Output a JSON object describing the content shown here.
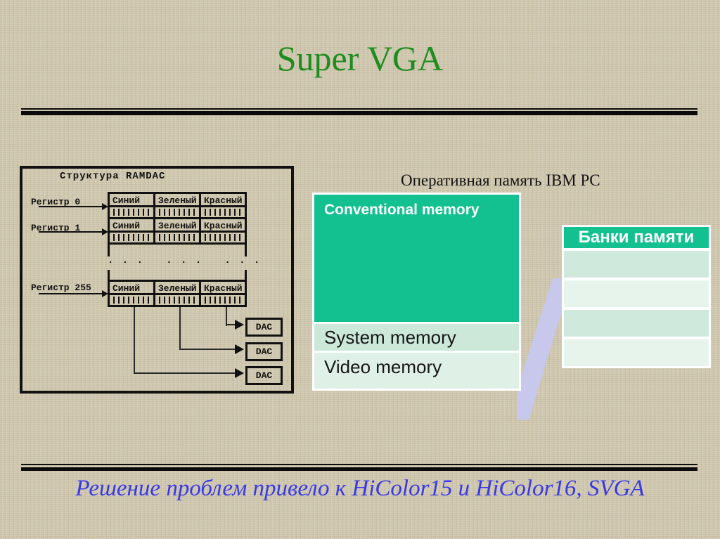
{
  "slide": {
    "title": "Super VGA",
    "footer": "Решение проблем привело к HiColor15 и HiColor16, SVGA"
  },
  "ramdac": {
    "title": "Структура RAMDAC",
    "registers": [
      {
        "label": "Регистр 0"
      },
      {
        "label": "Регистр 1"
      },
      {
        "label": "Регистр 255"
      }
    ],
    "channels": [
      "Синий",
      "Зеленый",
      "Красный"
    ],
    "bits_per_channel": 8,
    "ellipsis": "· · ·   · · ·   · · ·",
    "dac_label": "DAC"
  },
  "memory_map": {
    "title": "Оперативная память IBM PC",
    "conventional": "Conventional memory",
    "system": "System memory",
    "video": "Video memory"
  },
  "banks": {
    "header": "Банки памяти",
    "row_count": 4
  },
  "colors": {
    "background_beige": "#d8d0b8",
    "title_green": "#1e8c1e",
    "footer_blue": "#3838e8",
    "accent_teal": "#12c090",
    "row_mint": "#cbe8d9",
    "row_mint_light": "#dff1e7",
    "bank_row_mint": "#cfeadd",
    "bank_row_mint_light": "#e6f4ec",
    "connector_lavender": "#c8c8ec",
    "line_black": "#0a0a0a"
  }
}
